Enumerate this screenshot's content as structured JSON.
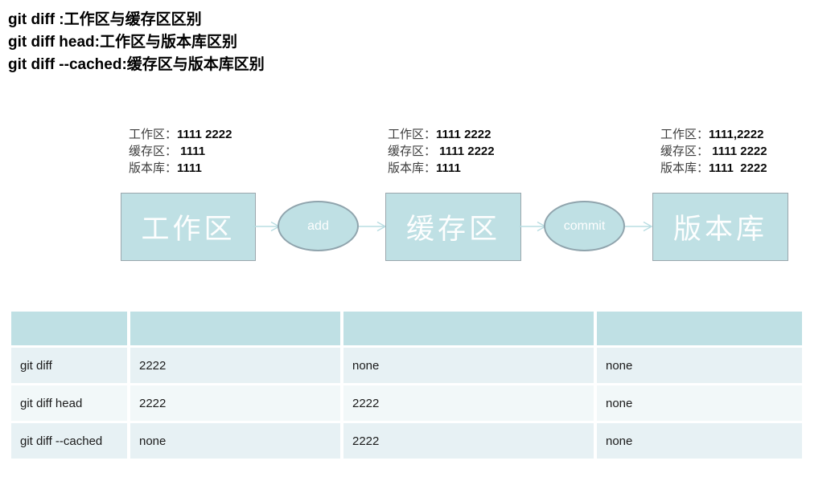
{
  "heading": {
    "lines": [
      "git diff :工作区与缓存区区别",
      "git diff head:工作区与版本库区别",
      "git diff --cached:缓存区与版本库区别"
    ]
  },
  "annotations": [
    {
      "lines": [
        {
          "label": "工作区：",
          "value": "1111 2222"
        },
        {
          "label": "缓存区：",
          "value": " 1111"
        },
        {
          "label": "版本库：",
          "value": "1111"
        }
      ]
    },
    {
      "lines": [
        {
          "label": "工作区：",
          "value": "1111 2222"
        },
        {
          "label": "缓存区：",
          "value": " 1111 2222"
        },
        {
          "label": "版本库：",
          "value": "1111"
        }
      ]
    },
    {
      "lines": [
        {
          "label": "工作区：",
          "value": "1111,2222"
        },
        {
          "label": "缓存区：",
          "value": " 1111 2222"
        },
        {
          "label": "版本库：",
          "value": "1111  2222"
        }
      ]
    }
  ],
  "flow": {
    "nodes": [
      {
        "label": "工作区"
      },
      {
        "label": "缓存区"
      },
      {
        "label": "版本库"
      }
    ],
    "edges": [
      {
        "label": "add"
      },
      {
        "label": "commit"
      }
    ]
  },
  "table": {
    "headers": [
      "",
      "",
      "",
      ""
    ],
    "rows": [
      {
        "cells": [
          "git diff",
          "2222",
          "none",
          "none"
        ]
      },
      {
        "cells": [
          "git diff head",
          "2222",
          "2222",
          "none"
        ]
      },
      {
        "cells": [
          "git diff --cached",
          "none",
          "2222",
          "none"
        ]
      }
    ]
  },
  "colors": {
    "node_fill": "#bfe0e4",
    "node_border": "#9aa7ad",
    "ellipse_border": "#90a4ad",
    "arrow": "#b9dde2",
    "node_text": "#fdfefe",
    "table_header_bg": "#bfe0e4",
    "table_row_odd_bg": "#e7f1f4",
    "table_row_even_bg": "#f2f8f9",
    "heading_text": "#000000",
    "body_text": "#1b1b1b"
  }
}
